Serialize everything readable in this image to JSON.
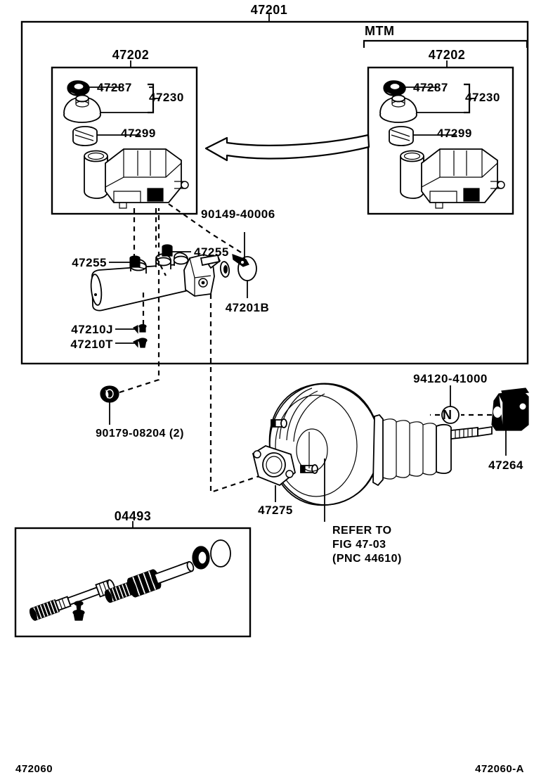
{
  "diagram": {
    "sheet_code_left": "472060",
    "sheet_code_right": "472060-A",
    "main_group": "47201",
    "group_mtm": "MTM",
    "note_refer": "REFER TO\nFIG 47-03\n(PNC 44610)"
  },
  "callouts": {
    "main_box": "47201",
    "reservoir_left": "47202",
    "reservoir_right": "47202",
    "cap_left": "47287",
    "cap_right": "47287",
    "cap_assy_left": "47230",
    "cap_assy_right": "47230",
    "strainer_left": "47299",
    "strainer_right": "47299",
    "clip_bolt": "90149-40006",
    "grommet_a": "47255",
    "grommet_b": "47255",
    "oring": "47201B",
    "plug_j": "47210J",
    "plug_t": "47210T",
    "nut": "90179-08204 (2)",
    "booster_nut": "94120-41000",
    "clevis": "47264",
    "gasket": "47275",
    "repair_kit": "04493"
  },
  "refer_lines": {
    "l1": "REFER TO",
    "l2": "FIG 47-03",
    "l3": "(PNC 44610)"
  },
  "symbols": {
    "n_mark": "N"
  },
  "colors": {
    "ink": "#000000",
    "paper": "#ffffff"
  }
}
